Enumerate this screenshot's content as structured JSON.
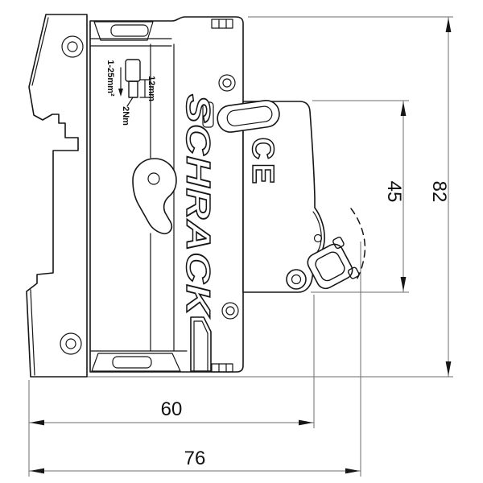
{
  "drawing": {
    "brand": "SCHRACK",
    "ce_mark": "CE",
    "dims": {
      "total_height": "82",
      "front_height": "45",
      "body_depth": "60",
      "total_depth": "76"
    },
    "terminal": {
      "wire_range": "1-25mm²",
      "strip_length": "12mm",
      "torque": "2Nm"
    },
    "colors": {
      "line": "#161616",
      "dim_line": "#6e6e6e",
      "background": "#ffffff"
    }
  }
}
